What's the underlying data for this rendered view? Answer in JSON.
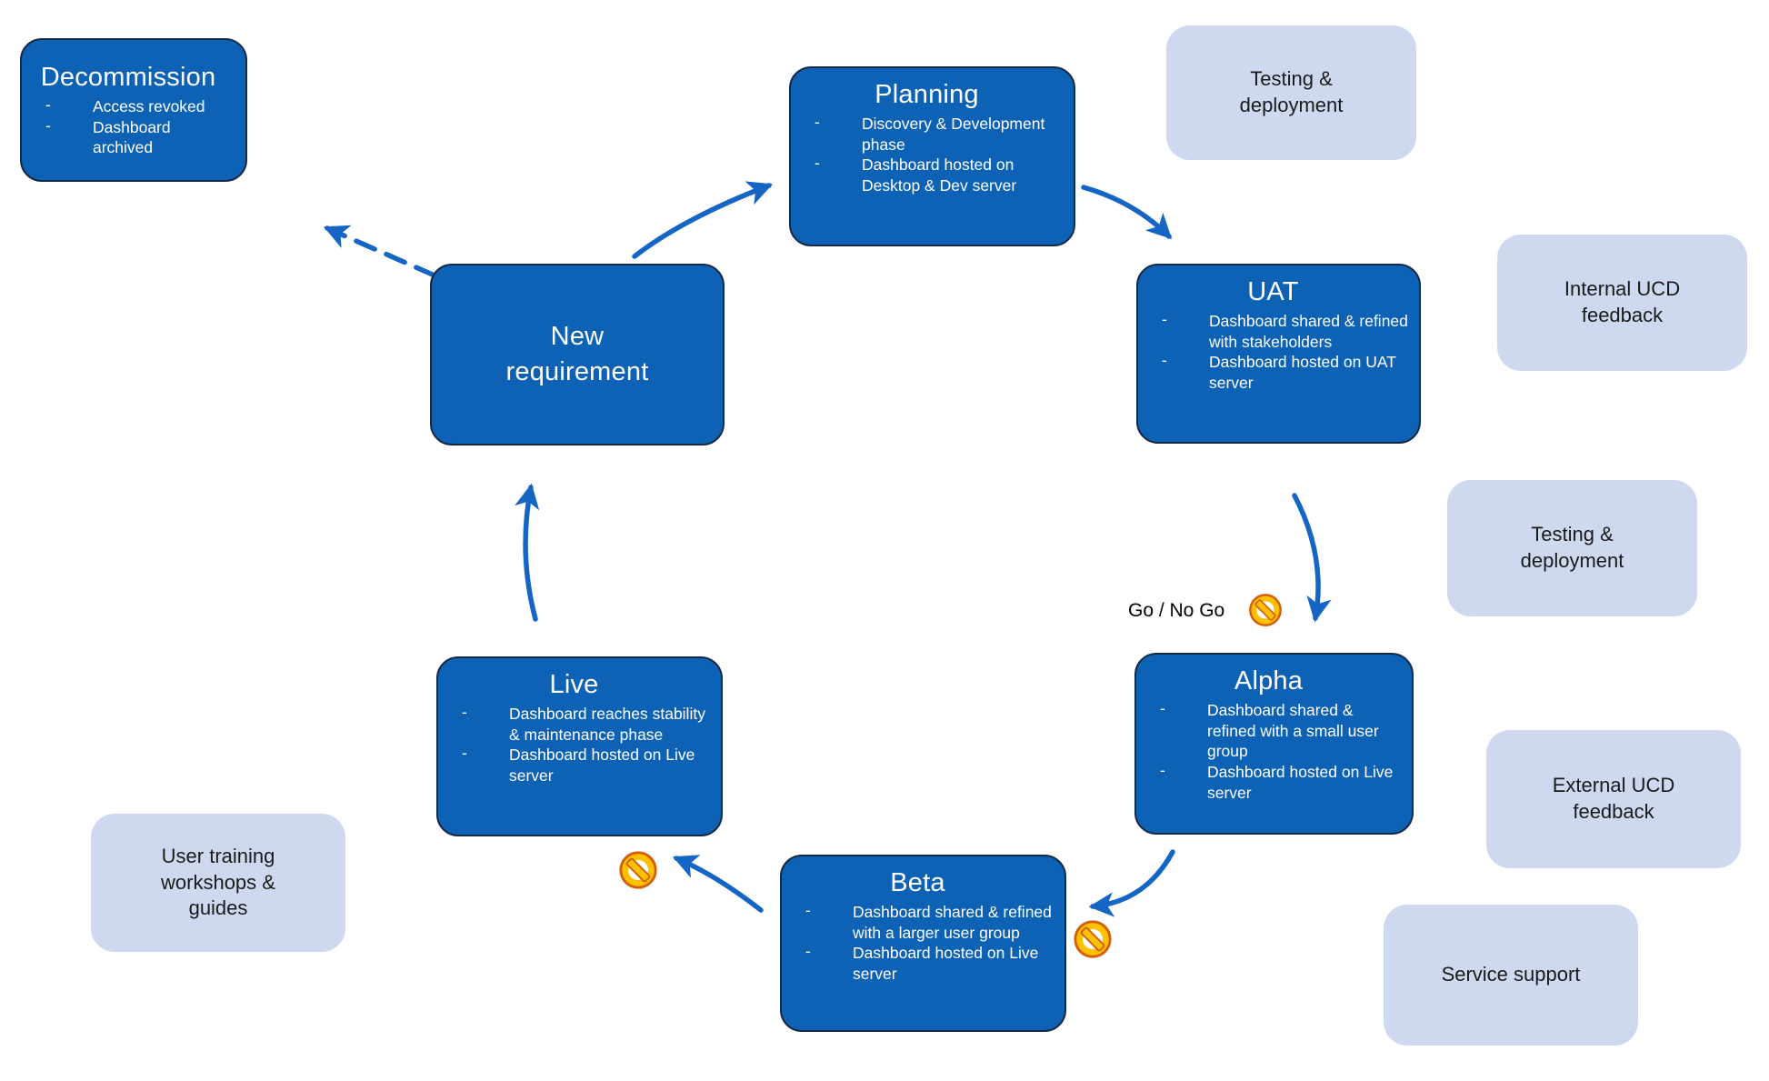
{
  "colors": {
    "background": "#FFFFFF",
    "node_fill": "#0D62B5",
    "node_border": "#132A47",
    "node_text": "#FFFFFF",
    "note_fill": "#CED9F0",
    "note_text": "#1A1A1A",
    "arrow": "#1565C5",
    "no_icon_ring": "#FFC000",
    "no_icon_outline": "#D2600A",
    "label_text": "#000000"
  },
  "bullet_marker": "-",
  "nodes": {
    "decommission": {
      "title": "Decommission",
      "bullets": [
        "Access revoked",
        "Dashboard archived"
      ]
    },
    "planning": {
      "title": "Planning",
      "bullets": [
        "Discovery & Development phase",
        "Dashboard hosted on Desktop & Dev server"
      ]
    },
    "uat": {
      "title": "UAT",
      "bullets": [
        "Dashboard shared & refined with stakeholders",
        "Dashboard hosted on UAT server"
      ]
    },
    "alpha": {
      "title": "Alpha",
      "bullets": [
        "Dashboard shared & refined with a small user group",
        "Dashboard hosted on Live server"
      ]
    },
    "beta": {
      "title": "Beta",
      "bullets": [
        "Dashboard shared & refined with a larger user group",
        "Dashboard hosted on Live server"
      ]
    },
    "live": {
      "title": "Live",
      "bullets": [
        "Dashboard reaches stability & maintenance phase",
        "Dashboard hosted on Live server"
      ]
    },
    "new_requirement": {
      "title": "New\nrequirement"
    }
  },
  "notes": {
    "testing_deployment_top": "Testing & deployment",
    "internal_ucd_feedback": "Internal UCD feedback",
    "testing_deployment_mid": "Testing & deployment",
    "external_ucd_feedback": "External UCD feedback",
    "service_support": "Service support",
    "user_training": "User training workshops & guides"
  },
  "labels": {
    "go_no_go": "Go / No Go"
  },
  "icons": {
    "no_entry": "no-entry-icon"
  }
}
